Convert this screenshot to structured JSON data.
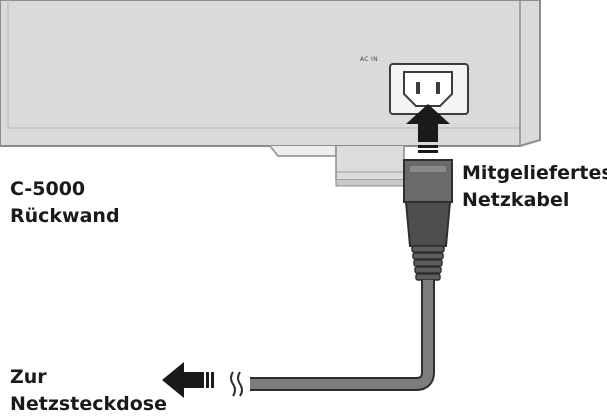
{
  "labels": {
    "model_line1": "C-5000",
    "model_line2": "Rückwand",
    "cable_line1": "Mitgeliefertes",
    "cable_line2": "Netzkabel",
    "outlet_line1": "Zur",
    "outlet_line2": "Netzsteckdose",
    "socket": "AC IN"
  },
  "colors": {
    "panel": "#dadada",
    "panel_edge": "#8c8c8c",
    "cable": "#7d7d7d",
    "plug": "#5e5e5e",
    "arrow": "#1a1a1a"
  }
}
